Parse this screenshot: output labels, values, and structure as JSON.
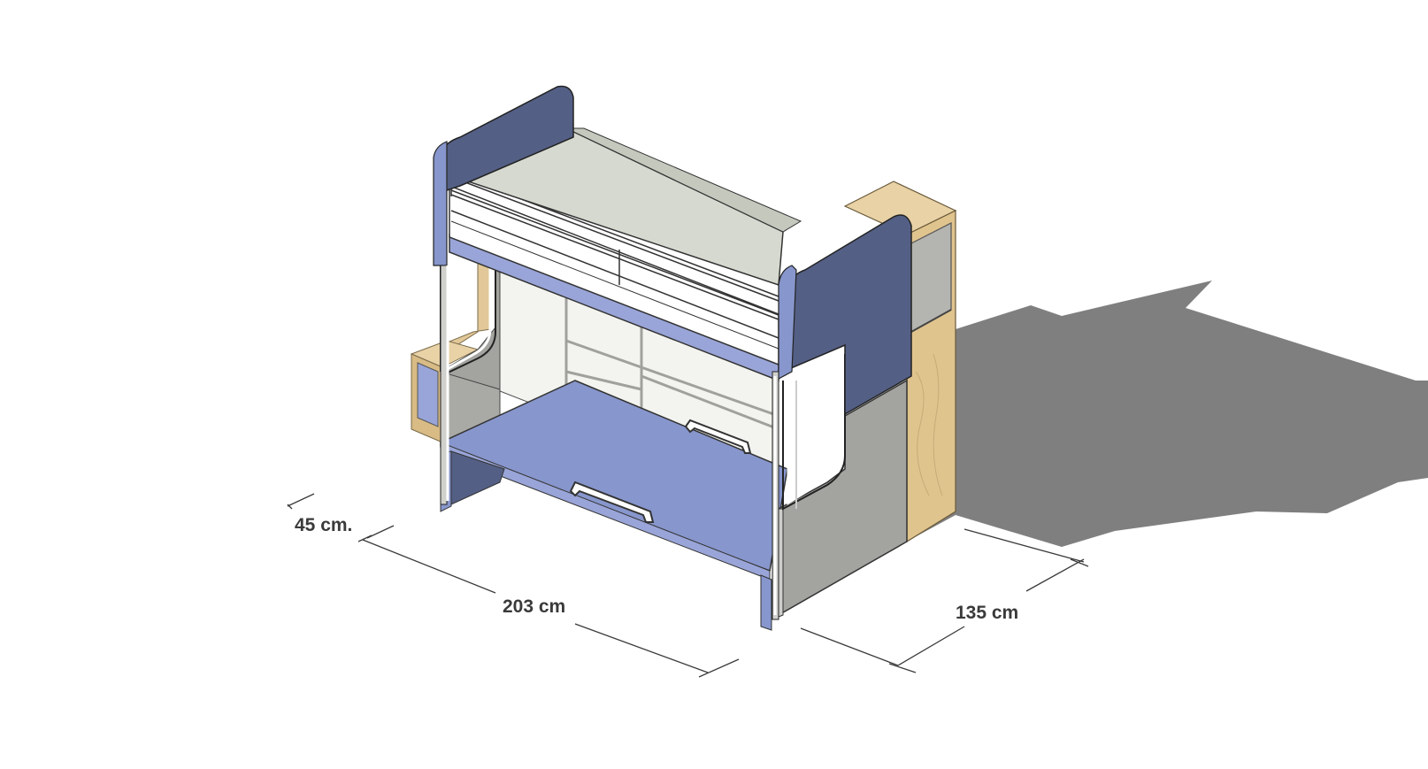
{
  "dimensions": {
    "depth_small": "45 cm.",
    "length": "203 cm",
    "width": "135 cm"
  },
  "colors": {
    "panel_blue_dark": "#545f85",
    "panel_blue_light": "#8796cc",
    "panel_blue_mid": "#99a5d8",
    "mattress": "#d6d9cf",
    "wall_grey": "#a3a3a0",
    "wood": "#e2c898",
    "shadow": "#7f7f7f",
    "dimension_line": "#3a3a3a"
  }
}
